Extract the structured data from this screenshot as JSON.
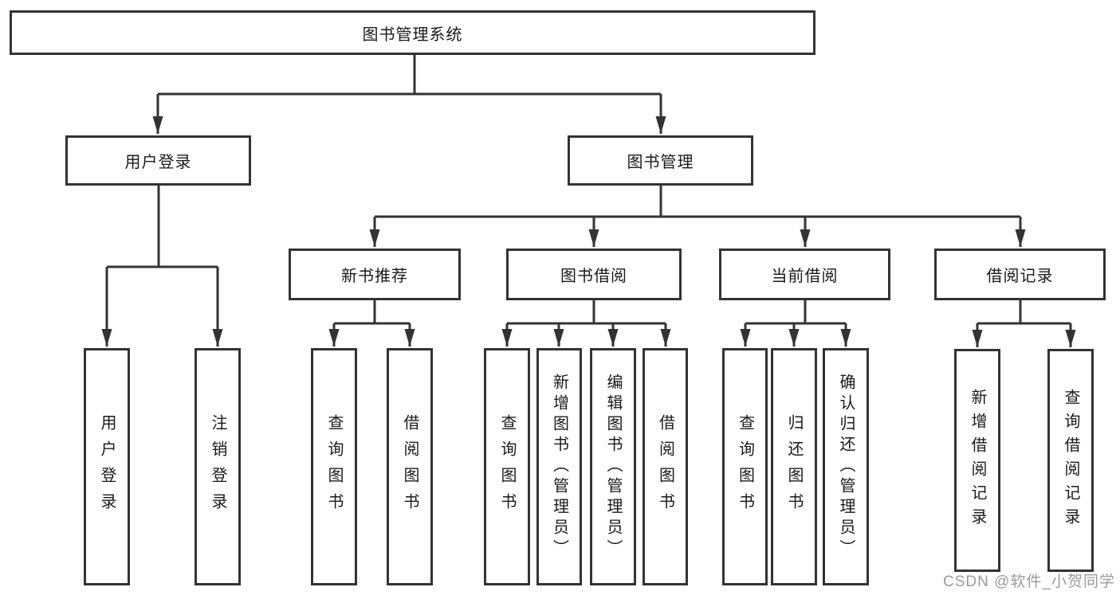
{
  "palette": {
    "line": "#333333",
    "box_border": "#333333",
    "box_fill": "#ffffff",
    "label": "#1a1a1a",
    "watermark": "#9b9b9b",
    "background": "#ffffff"
  },
  "watermark": {
    "text": "CSDN @软件_小贺同学"
  },
  "nodes": {
    "root": {
      "label": "图书管理系统"
    },
    "children": [
      {
        "label": "用户登录",
        "children": [
          {
            "label": "用户登录"
          },
          {
            "label": "注销登录"
          }
        ]
      },
      {
        "label": "图书管理",
        "children": [
          {
            "label": "新书推荐",
            "children": [
              {
                "label": "查询图书"
              },
              {
                "label": "借阅图书"
              }
            ]
          },
          {
            "label": "图书借阅",
            "children": [
              {
                "label": "查询图书"
              },
              {
                "label": "新增图书（管理员）"
              },
              {
                "label": "编辑图书（管理员）"
              },
              {
                "label": "借阅图书"
              }
            ]
          },
          {
            "label": "当前借阅",
            "children": [
              {
                "label": "查询图书"
              },
              {
                "label": "归还图书"
              },
              {
                "label": "确认归还（管理员）"
              }
            ]
          },
          {
            "label": "借阅记录",
            "children": [
              {
                "label": "新增借阅记录"
              },
              {
                "label": "查询借阅记录"
              }
            ]
          }
        ]
      }
    ]
  }
}
